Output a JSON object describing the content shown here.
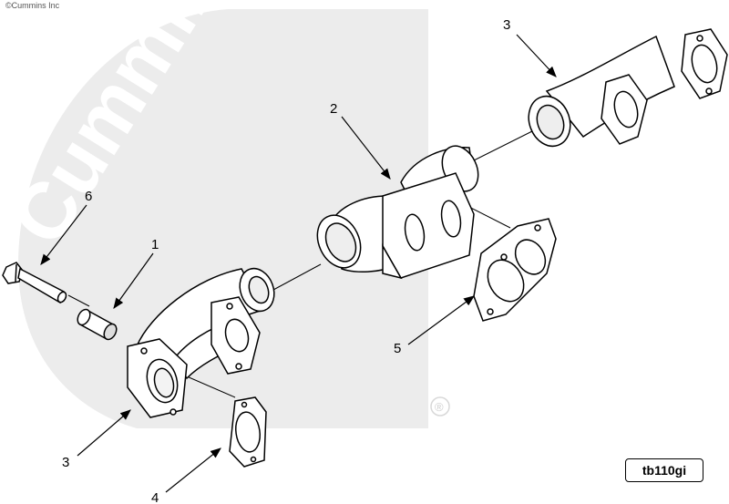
{
  "copyright": "©Cummins Inc",
  "figure_id": "tb110gi",
  "callouts": [
    "6",
    "1",
    "2",
    "3",
    "3",
    "4",
    "5"
  ],
  "logo": {
    "wordmark": "Cummins",
    "registered_mark": "®"
  },
  "colors": {
    "line": "#000000",
    "watermark": "#ececec",
    "background": "#ffffff"
  }
}
